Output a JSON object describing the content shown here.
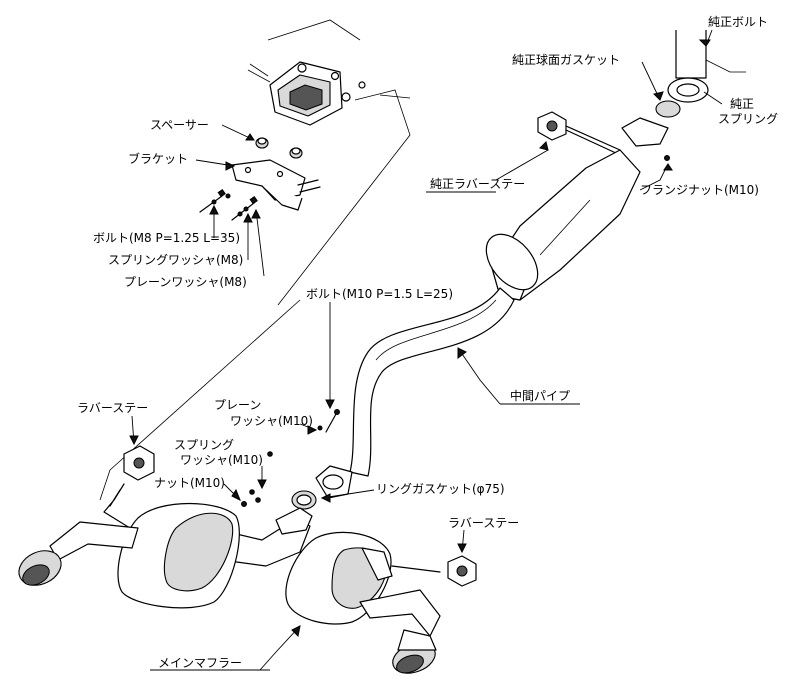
{
  "labels": {
    "oem_bolt": "純正ボルト",
    "oem_spherical_gasket": "純正球面ガスケット",
    "oem_spring_a": "純正",
    "oem_spring_b": "スプリング",
    "oem_rubber_stay": "純正ラバーステー",
    "flange_nut": "フランジナット(M10)",
    "spacer": "スペーサー",
    "bracket": "ブラケット",
    "bolt_m8": "ボルト(M8 P=1.25 L=35)",
    "spring_washer_m8": "スプリングワッシャ(M8)",
    "plain_washer_m8": "プレーンワッシャ(M8)",
    "bolt_m10": "ボルト(M10 P=1.5 L=25)",
    "center_pipe": "中間パイプ",
    "rubber_stay_left": "ラバーステー",
    "plain_washer_m10_a": "プレーン",
    "plain_washer_m10_b": "ワッシャ(M10)",
    "spring_washer_m10_a": "スプリング",
    "spring_washer_m10_b": "ワッシャ(M10)",
    "nut_m10": "ナット(M10)",
    "ring_gasket": "リングガスケット(φ75)",
    "rubber_stay_right": "ラバーステー",
    "main_muffler": "メインマフラー"
  }
}
